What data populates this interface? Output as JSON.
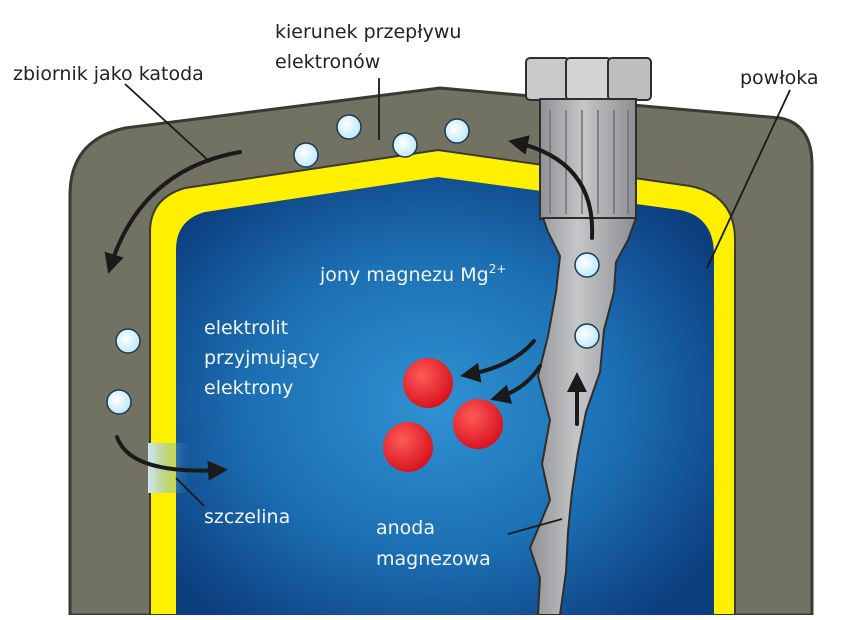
{
  "labels": {
    "tank": "zbiornik jako katoda",
    "flow_line1": "kierunek przepływu",
    "flow_line2": "elektronów",
    "coating": "powłoka",
    "ions": "jony magnezu Mg",
    "ions_sup": "2+",
    "electrolyte_line1": "elektrolit",
    "electrolyte_line2": "przyjmujący",
    "electrolyte_line3": "elektrony",
    "gap": "szczelina",
    "anode_line1": "anoda",
    "anode_line2": "magnezowa"
  },
  "colors": {
    "tank_wall": "#727263",
    "coating": "#ffee00",
    "electrolyte_dark": "#0d3d7c",
    "electrolyte_light": "#2a86c8",
    "anode": "#a7a9ac",
    "electron": "#cdefff",
    "particle": "#e8202a",
    "arrow": "#1a1a1a"
  }
}
